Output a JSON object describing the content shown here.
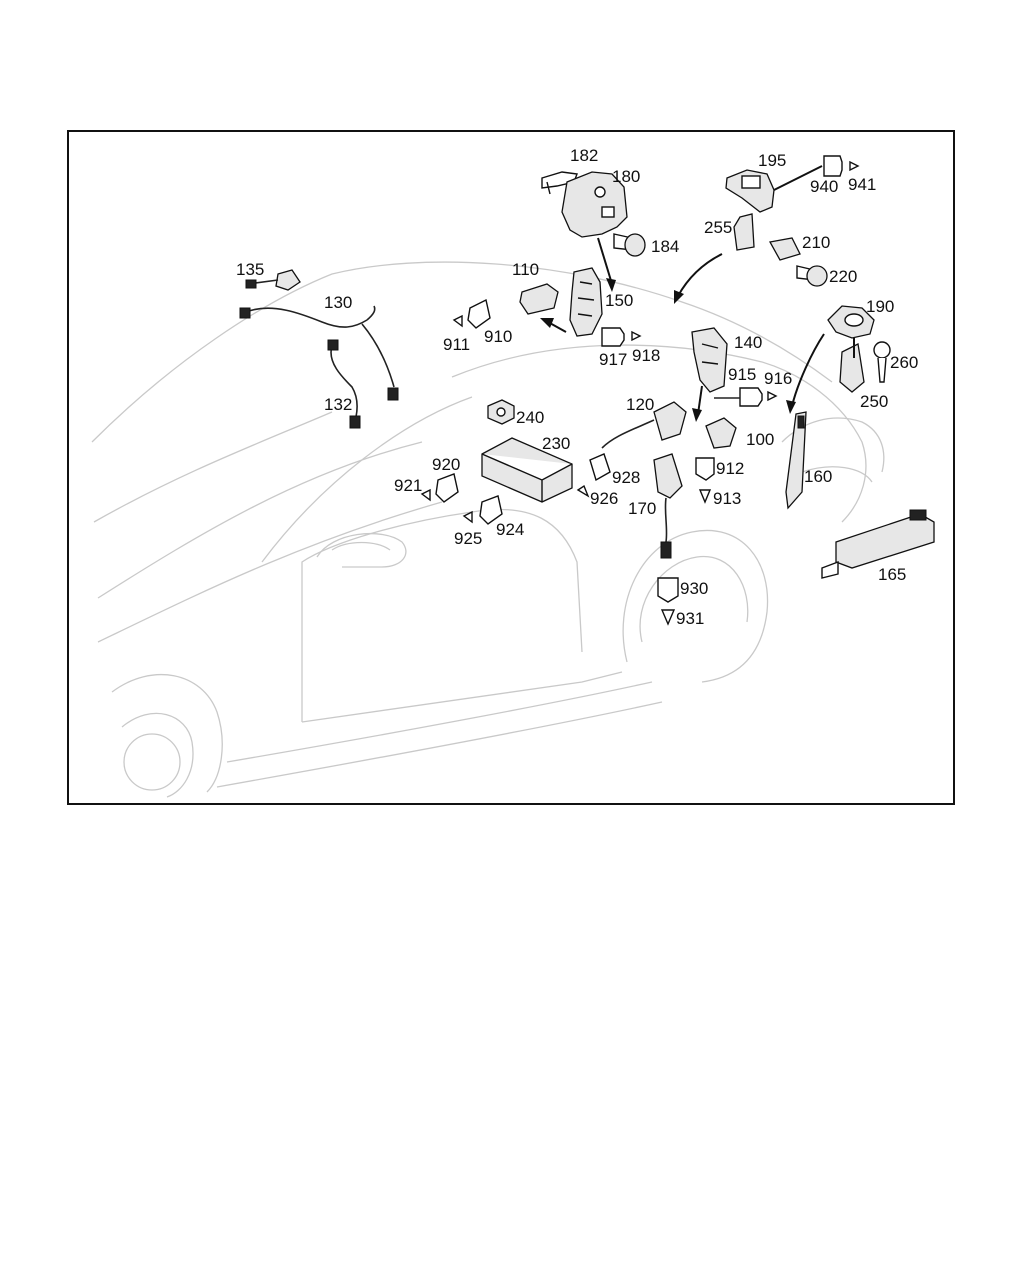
{
  "labels": {
    "p182": "182",
    "p180": "180",
    "p184": "184",
    "p195": "195",
    "p940": "940",
    "p941": "941",
    "p255": "255",
    "p210": "210",
    "p220": "220",
    "p190": "190",
    "p260": "260",
    "p250": "250",
    "p135": "135",
    "p130": "130",
    "p132": "132",
    "p110": "110",
    "p150": "150",
    "p910": "910",
    "p911": "911",
    "p917": "917",
    "p918": "918",
    "p140": "140",
    "p915": "915",
    "p916": "916",
    "p120": "120",
    "p100": "100",
    "p912": "912",
    "p913": "913",
    "p240": "240",
    "p230": "230",
    "p920": "920",
    "p921": "921",
    "p924": "924",
    "p925": "925",
    "p926": "926",
    "p928": "928",
    "p170": "170",
    "p930": "930",
    "p931": "931",
    "p160": "160",
    "p165": "165"
  },
  "colors": {
    "frame": "#111111",
    "car_outline": "#c9c9c9",
    "ink": "#111111"
  }
}
